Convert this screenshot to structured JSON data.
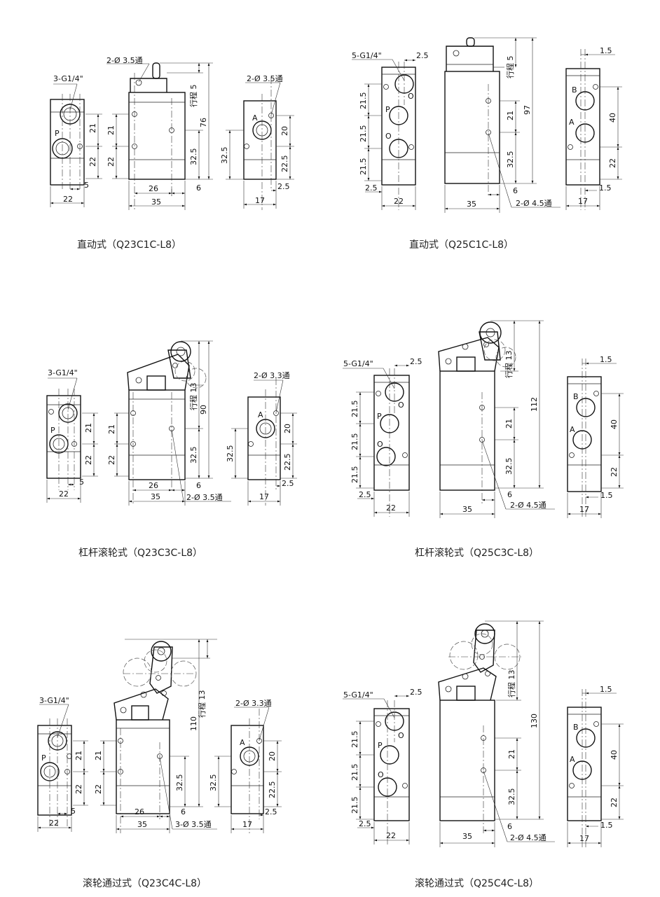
{
  "q23c1c": {
    "caption": "直动式（Q23C1C-L8）",
    "port_note": "3-G1/4\"",
    "top_hole_note": "2-Ø 3.5通",
    "side_hole_note": "2-Ø 3.5通",
    "stroke": "行程 5",
    "port_p": "P",
    "port_a": "A",
    "d21": "21",
    "d22": "22",
    "d5": "5",
    "d22w": "22",
    "d21b": "21",
    "d22b": "22",
    "d26": "26",
    "d35": "35",
    "d6": "6",
    "d32_5": "32.5",
    "d76": "76",
    "d20": "20",
    "d22_5": "22.5",
    "d32_5s": "32.5",
    "d2_5": "2.5",
    "d17": "17"
  },
  "q25c1c": {
    "caption": "直动式（Q25C1C-L8）",
    "port_note": "5-G1/4\"",
    "d2_5t": "2.5",
    "d21_5a": "21.5",
    "d21_5b": "21.5",
    "d21_5c": "21.5",
    "d2_5b": "2.5",
    "d22w": "22",
    "port_p": "P",
    "port_o1": "O",
    "port_o2": "O",
    "stroke": "行程 5",
    "d97": "97",
    "d21": "21",
    "d32_5": "32.5",
    "d6": "6",
    "d35": "35",
    "hole_note": "2-Ø 4.5通",
    "port_b": "B",
    "port_a": "A",
    "d1_5t": "1.5",
    "d40": "40",
    "d22": "22",
    "d1_5b": "1.5",
    "d17": "17"
  },
  "q23c3c": {
    "caption": "杠杆滚轮式（Q23C3C-L8）",
    "port_note": "3-G1/4\"",
    "side_hole_note": "2-Ø 3.3通",
    "hole_note": "2-Ø 3.5通",
    "stroke": "行程 13",
    "port_p": "P",
    "port_a": "A",
    "d21": "21",
    "d22": "22",
    "d5": "5",
    "d22w": "22",
    "d21b": "21",
    "d22b": "22",
    "d26": "26",
    "d35": "35",
    "d6": "6",
    "d32_5": "32.5",
    "d90": "90",
    "d20": "20",
    "d22_5": "22.5",
    "d32_5s": "32.5",
    "d2_5": "2.5",
    "d17": "17"
  },
  "q25c3c": {
    "caption": "杠杆滚轮式（Q25C3C-L8）",
    "port_note": "5-G1/4\"",
    "d2_5t": "2.5",
    "d21_5a": "21.5",
    "d21_5b": "21.5",
    "d21_5c": "21.5",
    "d2_5b": "2.5",
    "d22w": "22",
    "port_p": "P",
    "port_o1": "O",
    "port_o2": "O",
    "stroke": "行程 13",
    "d112": "112",
    "d21": "21",
    "d32_5": "32.5",
    "d6": "6",
    "d35": "35",
    "hole_note": "2-Ø 4.5通",
    "port_b": "B",
    "port_a": "A",
    "d1_5t": "1.5",
    "d40": "40",
    "d22": "22",
    "d1_5b": "1.5",
    "d17": "17"
  },
  "q23c4c": {
    "caption": "滚轮通过式（Q23C4C-L8）",
    "port_note": "3-G1/4\"",
    "side_hole_note": "2-Ø 3.3通",
    "hole_note": "3-Ø 3.5通",
    "stroke": "行程 13",
    "port_p": "P",
    "port_a": "A",
    "d21": "21",
    "d22": "22",
    "d5": "5",
    "d22w": "22",
    "d21b": "21",
    "d22b": "22",
    "d26": "26",
    "d35": "35",
    "d6": "6",
    "d32_5": "32.5",
    "d110": "110",
    "d20": "20",
    "d22_5": "22.5",
    "d32_5s": "32.5",
    "d2_5": "2.5",
    "d17": "17"
  },
  "q25c4c": {
    "caption": "滚轮通过式（Q25C4C-L8）",
    "port_note": "5-G1/4\"",
    "d2_5t": "2.5",
    "d21_5a": "21.5",
    "d21_5b": "21.5",
    "d21_5c": "21.5",
    "d2_5b": "2.5",
    "d22w": "22",
    "port_p": "P",
    "port_o1": "O",
    "port_o2": "O",
    "stroke": "行程 13",
    "d130": "130",
    "d21": "21",
    "d32_5": "32.5",
    "d6": "6",
    "d35": "35",
    "hole_note": "2-Ø 4.5通",
    "port_b": "B",
    "port_a": "A",
    "d1_5t": "1.5",
    "d40": "40",
    "d22": "22",
    "d1_5b": "1.5",
    "d17": "17"
  }
}
